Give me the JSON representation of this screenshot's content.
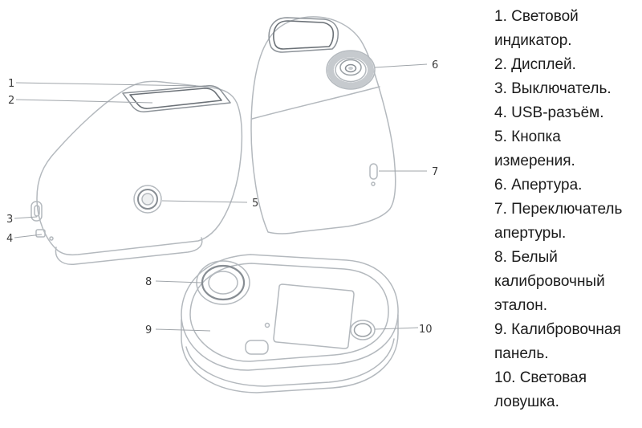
{
  "palette": {
    "background": "#ffffff",
    "device_stroke": "#b4b9be",
    "screen_stroke": "#6b7177",
    "callout_line": "#a0a5aa",
    "number_color": "#3c3c3c",
    "text_color": "#1b1b1b"
  },
  "legend": {
    "items": [
      {
        "label": "1. Световой индикатор."
      },
      {
        "label": "2. Дисплей."
      },
      {
        "label": "3. Выключатель."
      },
      {
        "label": "4. USB-разъём."
      },
      {
        "label": "5. Кнопка измерения."
      },
      {
        "label": "6. Апертура."
      },
      {
        "label": "7. Переключатель апертуры."
      },
      {
        "label": "8. Белый калибровочный эталон."
      },
      {
        "label": "9. Калибровочная панель."
      },
      {
        "label": "10. Световая ловушка."
      }
    ]
  },
  "callouts": {
    "n1": "1",
    "n2": "2",
    "n3": "3",
    "n4": "4",
    "n5": "5",
    "n6": "6",
    "n7": "7",
    "n8": "8",
    "n9": "9",
    "n10": "10"
  }
}
